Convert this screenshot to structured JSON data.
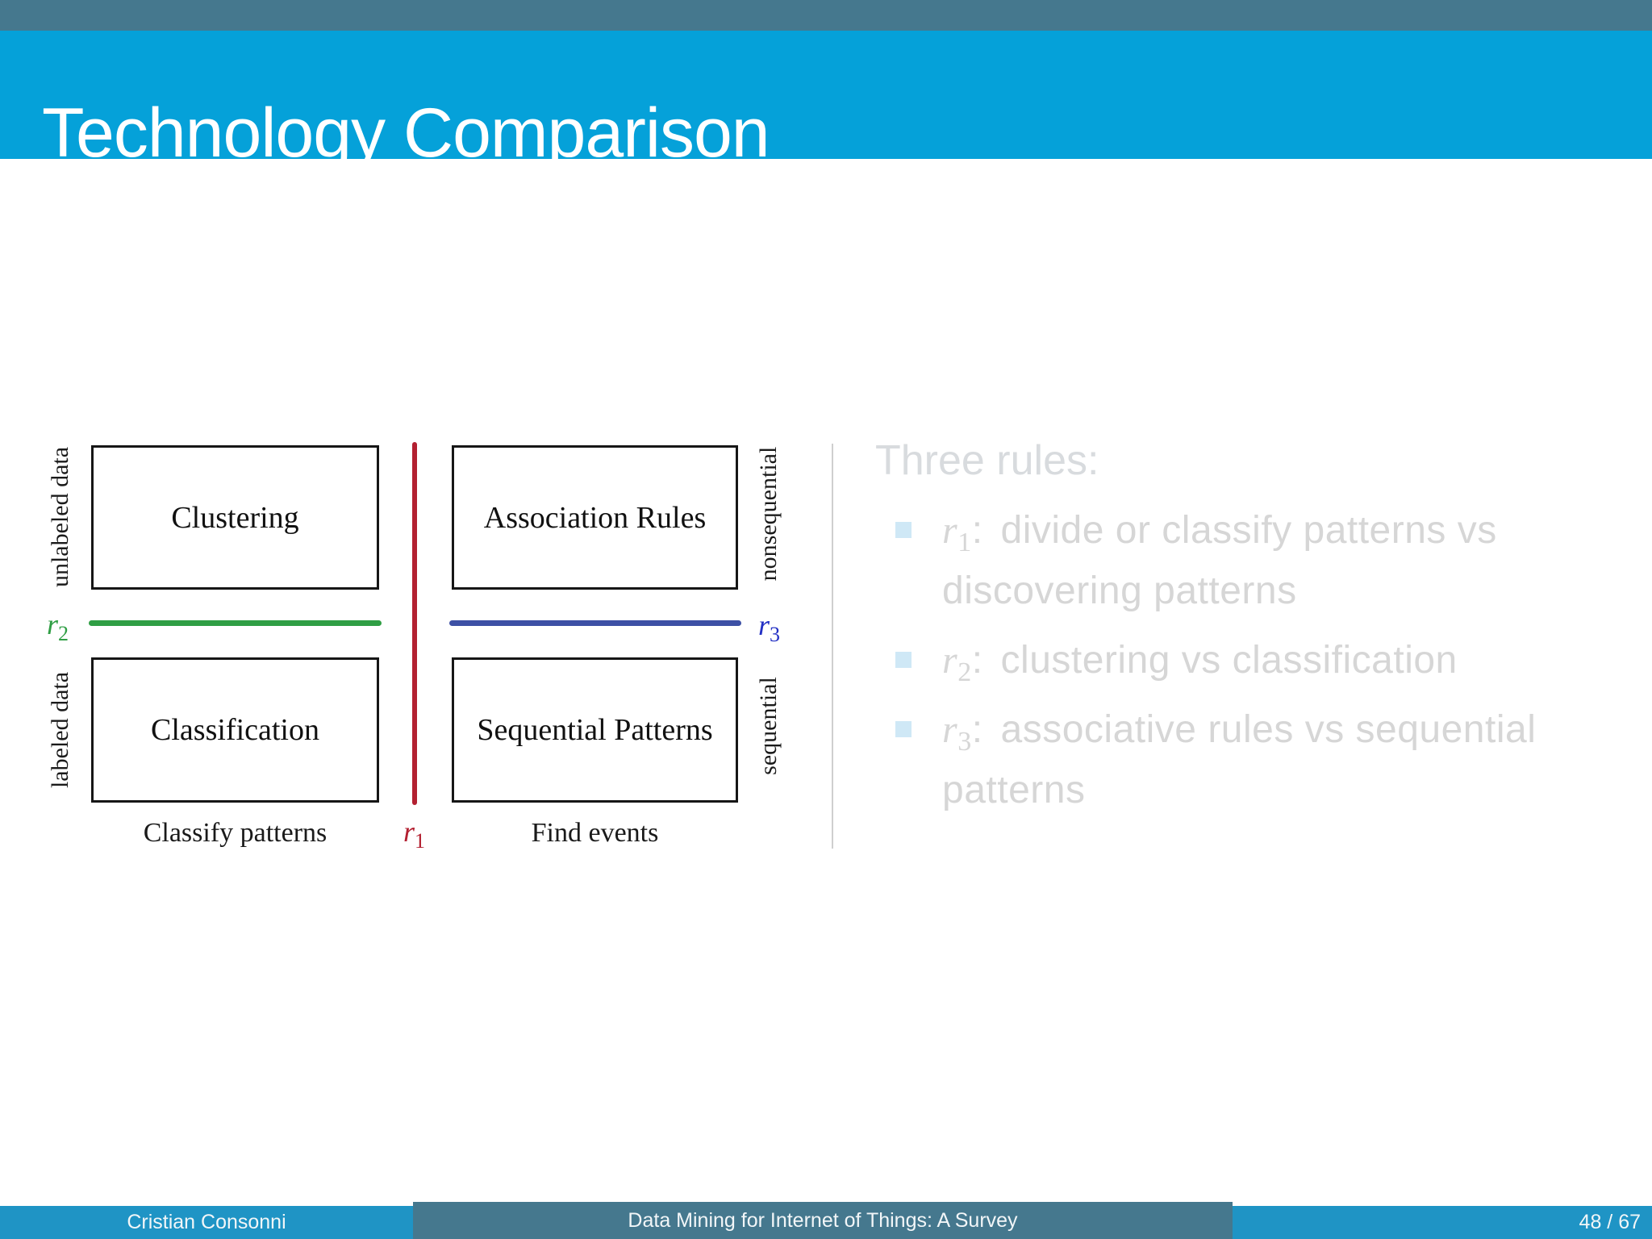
{
  "slide": {
    "title": "Technology Comparison"
  },
  "diagram": {
    "boxes": {
      "top_left": "Clustering",
      "top_right": "Association Rules",
      "bottom_left": "Classification",
      "bottom_right": "Sequential Patterns"
    },
    "axis": {
      "left_top": "unlabeled data",
      "left_bottom": "labeled data",
      "right_top": "nonsequential",
      "right_bottom": "sequential"
    },
    "bottom_labels": {
      "left": "Classify patterns",
      "right": "Find events"
    },
    "rule_labels": {
      "r1": {
        "base": "r",
        "sub": "1"
      },
      "r2": {
        "base": "r",
        "sub": "2"
      },
      "r3": {
        "base": "r",
        "sub": "3"
      }
    },
    "line_colors": {
      "r1_vertical": "#b32031",
      "r2_horizontal": "#2f9e44",
      "r3_horizontal": "#3d50a5"
    }
  },
  "rules_panel": {
    "heading": "Three rules:",
    "items": [
      {
        "marker_base": "r",
        "marker_sub": "1",
        "lines": [
          "divide or classify patterns vs",
          "discovering patterns"
        ]
      },
      {
        "marker_base": "r",
        "marker_sub": "2",
        "lines": [
          "clustering vs classification"
        ]
      },
      {
        "marker_base": "r",
        "marker_sub": "3",
        "lines": [
          "associative rules vs sequential",
          "patterns"
        ]
      }
    ],
    "bullet_color": "#cfe8f6",
    "text_color": "#d6d6d6"
  },
  "footer": {
    "author": "Cristian Consonni",
    "doc_title": "Data Mining for Internet of Things: A Survey",
    "page": "48 / 67"
  },
  "theme_colors": {
    "top_bar": "#45788e",
    "header": "#05a1d9",
    "footer_side": "#1f94c5",
    "footer_middle": "#45788e"
  }
}
